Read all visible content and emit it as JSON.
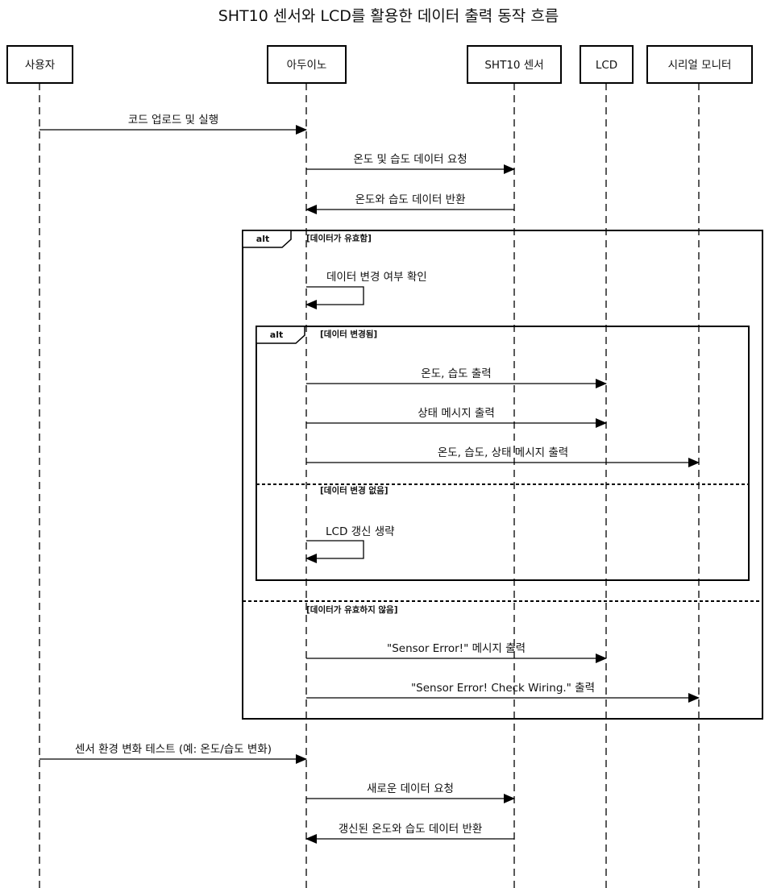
{
  "title": "SHT10 센서와 LCD를 활용한 데이터 출력 동작 흐름",
  "participants": [
    {
      "id": "user",
      "label": "사용자"
    },
    {
      "id": "arduino",
      "label": "아두이노"
    },
    {
      "id": "sensor",
      "label": "SHT10 센서"
    },
    {
      "id": "lcd",
      "label": "LCD"
    },
    {
      "id": "serial",
      "label": "시리얼 모니터"
    }
  ],
  "messages": [
    {
      "label": "코드 업로드 및 실행"
    },
    {
      "label": "온도 및 습도 데이터 요청"
    },
    {
      "label": "온도와 습도 데이터 반환"
    },
    {
      "label": "데이터 변경 여부 확인"
    },
    {
      "label": "온도, 습도 출력"
    },
    {
      "label": "상태 메시지 출력"
    },
    {
      "label": "온도, 습도, 상태 메시지 출력"
    },
    {
      "label": "LCD 갱신 생략"
    },
    {
      "label": "\"Sensor Error!\" 메시지 출력"
    },
    {
      "label": "\"Sensor Error! Check Wiring.\" 출력"
    },
    {
      "label": "센서 환경 변화 테스트 (예: 온도/습도 변화)"
    },
    {
      "label": "새로운 데이터 요청"
    },
    {
      "label": "갱신된 온도와 습도 데이터 반환"
    }
  ],
  "fragments": {
    "outer": {
      "type": "alt",
      "guard_valid": "[데이터가 유효함]",
      "guard_invalid": "[데이터가 유효하지 않음]"
    },
    "inner": {
      "type": "alt",
      "guard_changed": "[데이터 변경됨]",
      "guard_unchanged": "[데이터 변경 없음]"
    }
  }
}
